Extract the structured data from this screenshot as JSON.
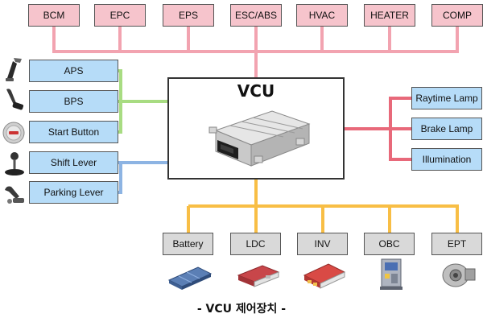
{
  "center": {
    "label": "VCU",
    "icon": "vcu-ecu-module-icon"
  },
  "top_modules": [
    "BCM",
    "EPC",
    "EPS",
    "ESC/ABS",
    "HVAC",
    "HEATER",
    "COMP"
  ],
  "left_inputs": [
    {
      "label": "APS",
      "icon": "accelerator-pedal-icon"
    },
    {
      "label": "BPS",
      "icon": "brake-pedal-icon"
    },
    {
      "label": "Start Button",
      "icon": "start-button-icon"
    },
    {
      "label": "Shift Lever",
      "icon": "shift-lever-icon"
    },
    {
      "label": "Parking Lever",
      "icon": "parking-lever-icon"
    }
  ],
  "right_outputs": [
    "Raytime Lamp",
    "Brake Lamp",
    "Illumination"
  ],
  "bottom_components": [
    {
      "label": "Battery",
      "icon": "battery-pack-icon"
    },
    {
      "label": "LDC",
      "icon": "ldc-converter-icon"
    },
    {
      "label": "INV",
      "icon": "inverter-icon"
    },
    {
      "label": "OBC",
      "icon": "onboard-charger-icon"
    },
    {
      "label": "EPT",
      "icon": "electric-powertrain-icon"
    }
  ],
  "caption": "- VCU 제어장치 -",
  "colors": {
    "top_bus": "#f2a3b0",
    "right_bus": "#e8697a",
    "left_green_bus": "#a8dc82",
    "left_blue_bus": "#8db4e3",
    "bottom_bus": "#f8be45",
    "top_box_fill": "#f6c4cc",
    "side_box_fill": "#b6dcf8",
    "bottom_box_fill": "#d9d9d9"
  }
}
